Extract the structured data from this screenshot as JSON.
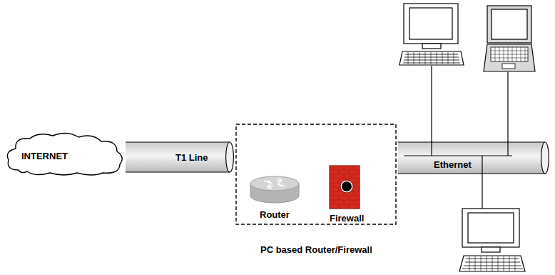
{
  "diagram": {
    "nodes": [
      {
        "text": [
          "INTERNET"
        ]
      },
      {
        "text": [
          "T1 Line"
        ]
      },
      {
        "text": [
          "PC based Router/Firewall"
        ]
      },
      {
        "text": [
          "Router"
        ],
        "in": 2
      },
      {
        "text": [
          "Firewall"
        ],
        "in": 2
      },
      {
        "text": [
          "Ethernet"
        ]
      }
    ]
  }
}
